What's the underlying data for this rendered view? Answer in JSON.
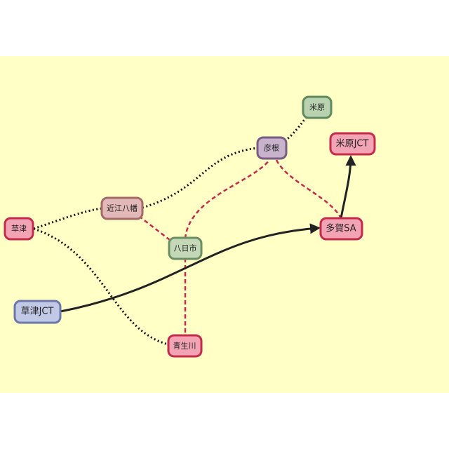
{
  "diagram": {
    "background": "#ffffc6",
    "nodes": [
      {
        "id": "maibara",
        "label": "米原",
        "fill": "#b9d3b1",
        "stroke": "#5f8a5e"
      },
      {
        "id": "maibara_jct",
        "label": "米原JCT",
        "fill": "#f2a3b4",
        "stroke": "#c42a4b"
      },
      {
        "id": "hikone",
        "label": "彦根",
        "fill": "#c8b2cc",
        "stroke": "#7a5c84"
      },
      {
        "id": "omihachiman",
        "label": "近江八幡",
        "fill": "#e3b8b8",
        "stroke": "#a36a6a"
      },
      {
        "id": "kusatsu",
        "label": "草津",
        "fill": "#f2a3b4",
        "stroke": "#c42a4b"
      },
      {
        "id": "taga_sa",
        "label": "多賀SA",
        "fill": "#f2a3b4",
        "stroke": "#c42a4b"
      },
      {
        "id": "yokaichi",
        "label": "八日市",
        "fill": "#c4d8b8",
        "stroke": "#6a8f62"
      },
      {
        "id": "kusatsu_jct",
        "label": "草津JCT",
        "fill": "#c2c9e6",
        "stroke": "#6c78a8"
      },
      {
        "id": "aoyama",
        "label": "青生川",
        "fill": "#f2a3b4",
        "stroke": "#c42a4b"
      }
    ],
    "edge_colors": {
      "rail": "#111111",
      "road": "#c42a4b",
      "expressway": "#222222"
    }
  }
}
